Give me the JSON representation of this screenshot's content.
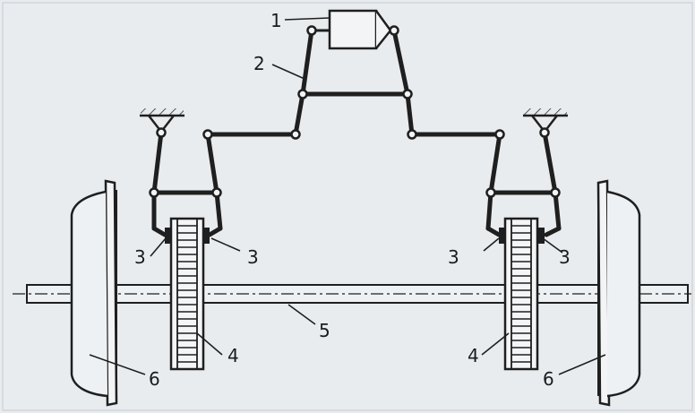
{
  "labels": {
    "actuator": "1",
    "rod": "2",
    "shoe_left_outer": "3",
    "shoe_left_inner": "3",
    "shoe_right_inner": "3",
    "shoe_right_outer": "3",
    "disc_left": "4",
    "disc_right": "4",
    "axle": "5",
    "wheel_left": "6",
    "wheel_right": "6"
  },
  "colors": {
    "paper": "#e8ecef",
    "ink": "#1f1f1f",
    "hatch": "#d9d9d9"
  }
}
